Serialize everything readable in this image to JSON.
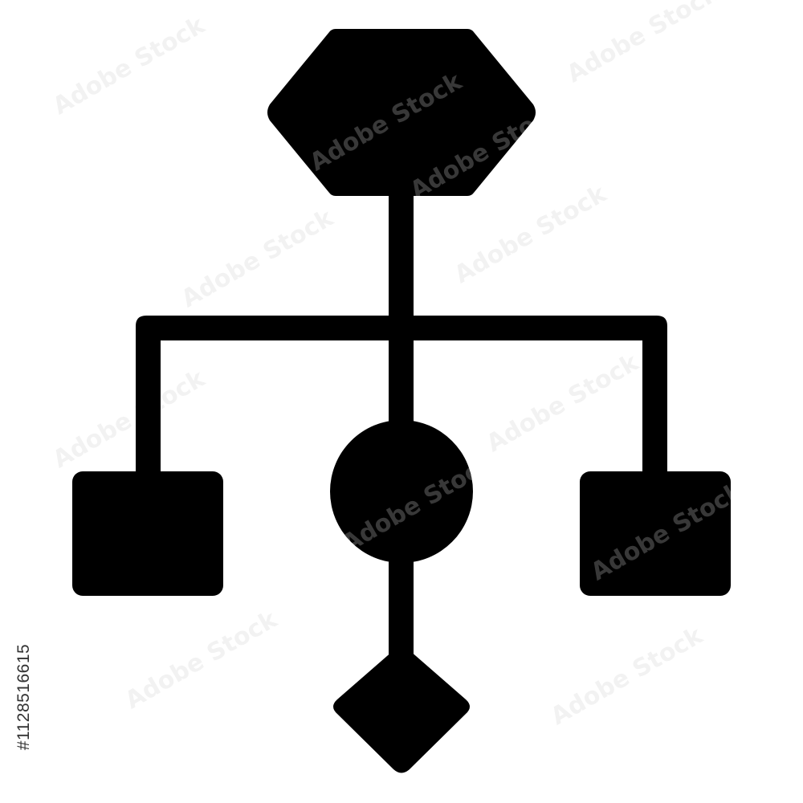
{
  "image": {
    "stock_id": "#1128516615",
    "watermark_text": "Adobe Stock"
  },
  "diagram": {
    "fill_color": "#000000",
    "background_color": "#ffffff",
    "nodes": [
      {
        "name": "hexagon-root-node",
        "shape": "hexagon"
      },
      {
        "name": "square-left-node",
        "shape": "rounded-square"
      },
      {
        "name": "circle-center-node",
        "shape": "circle"
      },
      {
        "name": "square-right-node",
        "shape": "rounded-square"
      },
      {
        "name": "diamond-bottom-node",
        "shape": "diamond"
      }
    ],
    "edges": [
      {
        "from": "hexagon-root-node",
        "to": "circle-center-node"
      },
      {
        "from": "hexagon-root-node",
        "to": "square-left-node"
      },
      {
        "from": "hexagon-root-node",
        "to": "square-right-node"
      },
      {
        "from": "circle-center-node",
        "to": "diamond-bottom-node"
      }
    ]
  }
}
